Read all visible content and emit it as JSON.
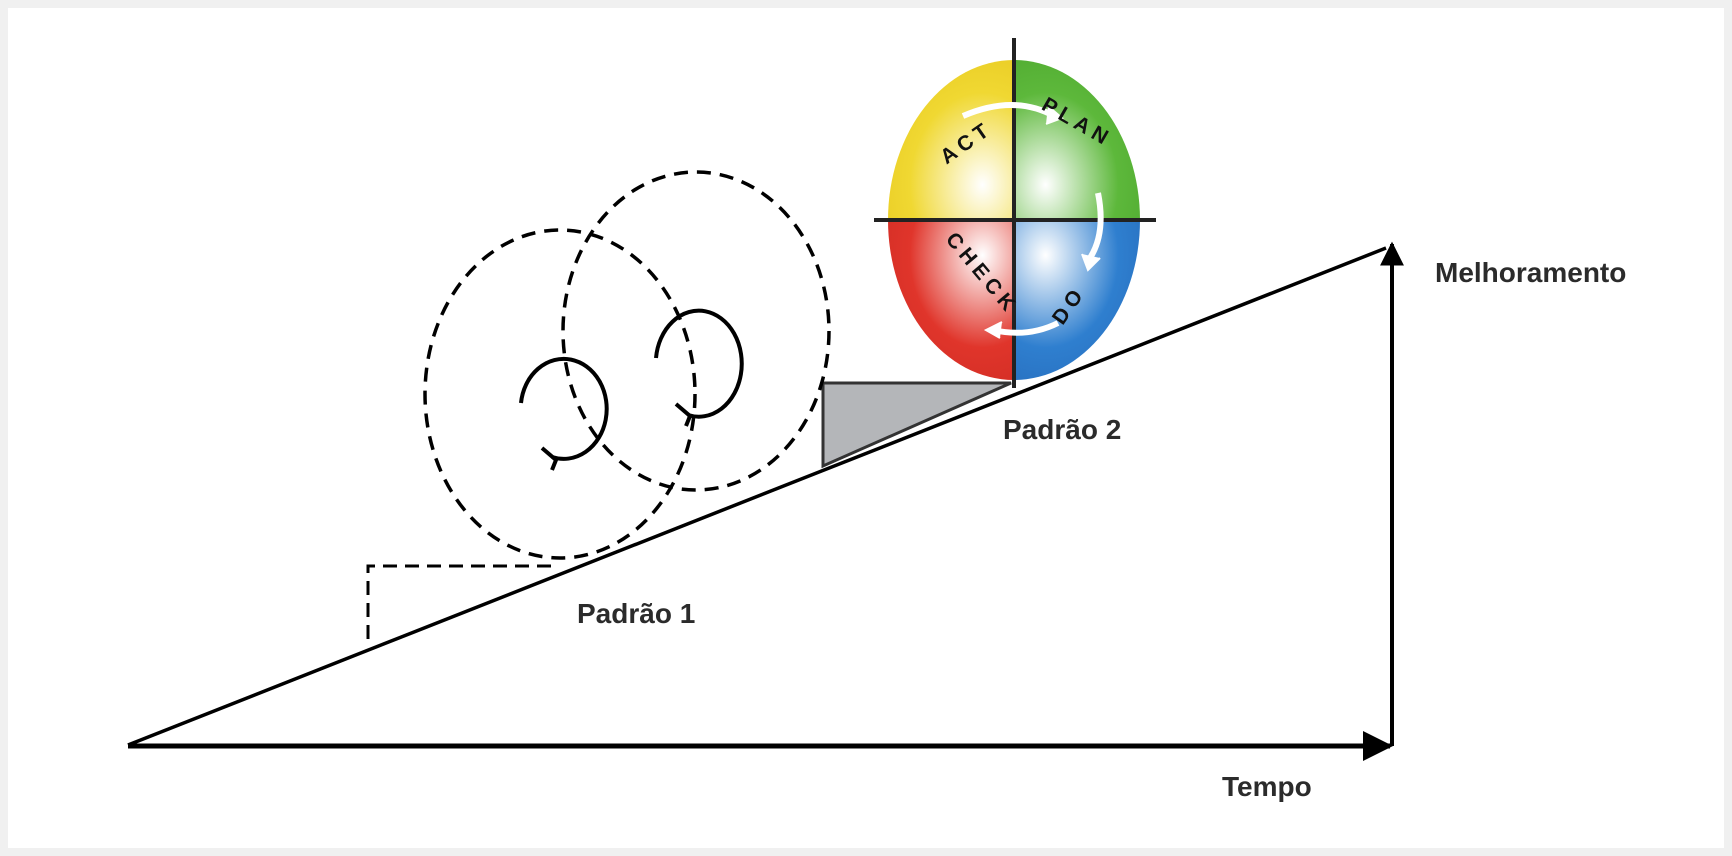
{
  "labels": {
    "improvement": "Melhoramento",
    "time": "Tempo",
    "standard_1": "Padrão 1",
    "standard_2": "Padrão 2"
  },
  "pdca": {
    "plan": "PLAN",
    "do": "DO",
    "check": "CHECK",
    "act": "ACT"
  },
  "colors": {
    "plan": "#5db83b",
    "do": "#2f7fcf",
    "check": "#e0352b",
    "act": "#f0d832",
    "wedge": "#b4b6b9",
    "line": "#000000"
  }
}
